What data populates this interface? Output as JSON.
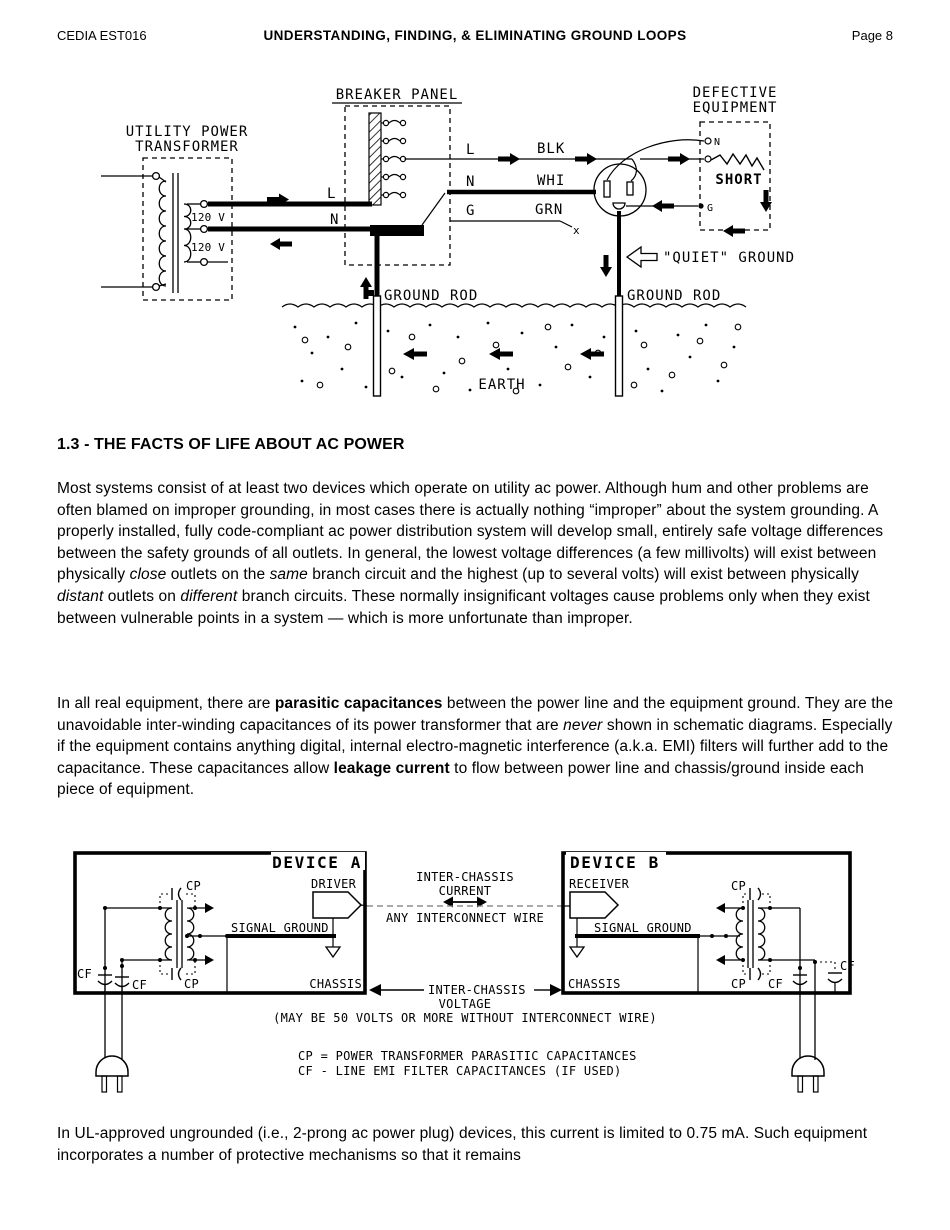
{
  "header": {
    "doc_id": "CEDIA EST016",
    "title": "UNDERSTANDING, FINDING, & ELIMINATING GROUND LOOPS",
    "page_label": "Page 8"
  },
  "diagram1": {
    "breaker_panel": "BREAKER PANEL",
    "utility_line1": "UTILITY POWER",
    "utility_line2": "TRANSFORMER",
    "defective_line1": "DEFECTIVE",
    "defective_line2": "EQUIPMENT",
    "v120": "120 V",
    "l": "L",
    "n": "N",
    "g": "G",
    "blk": "BLK",
    "whi": "WHI",
    "grn": "GRN",
    "x_break": "x",
    "n_terminal": "N",
    "g_terminal": "G",
    "short": "SHORT",
    "quiet_ground": "\"QUIET\" GROUND",
    "ground_rod": "GROUND ROD",
    "earth": "EARTH"
  },
  "section_heading": "1.3 - THE FACTS OF LIFE ABOUT AC POWER",
  "para1": {
    "s0": "Most systems consist of at least two devices which operate on utility ac power. Although hum and other problems are often blamed on improper grounding, in most cases there is actually nothing “improper” about the system grounding. A properly installed, fully code-compliant ac power distribution system will develop small, entirely safe voltage differences between the safety grounds of all outlets. In general, the lowest voltage differences (a few millivolts) will exist between physically ",
    "i1": "close",
    "s2": " outlets on the ",
    "i3": "same",
    "s4": " branch circuit and the highest (up to several volts) will exist between physically ",
    "i5": "distant",
    "s6": " outlets on ",
    "i7": "different",
    "s8": " branch circuits. These normally insignificant voltages cause problems only when they exist between vulnerable points in a system — which is more unfortunate than improper."
  },
  "para2": {
    "s0": "In all real equipment, there are ",
    "b1": "parasitic capacitances",
    "s2": " between the power line and the equipment ground. They are the unavoidable inter-winding capacitances of its power transformer that are ",
    "i3": "never",
    "s4": " shown in schematic diagrams. Especially if the equipment contains anything digital, internal electro-magnetic interference (a.k.a. EMI) filters will further add to the capacitance. These capacitances allow ",
    "b5": "leakage current",
    "s6": " to flow between power line and chassis/ground inside each piece of equipment."
  },
  "diagram2": {
    "device_a": "DEVICE A",
    "device_b": "DEVICE B",
    "driver": "DRIVER",
    "receiver": "RECEIVER",
    "signal_ground": "SIGNAL GROUND",
    "chassis": "CHASSIS",
    "cp": "CP",
    "cf": "CF",
    "inter_chassis": "INTER-CHASSIS",
    "current": "CURRENT",
    "any_interconnect": "ANY INTERCONNECT WIRE",
    "voltage": "VOLTAGE",
    "voltage_note": "(MAY BE 50 VOLTS OR MORE WITHOUT INTERCONNECT WIRE)",
    "legend_cp": "CP = POWER TRANSFORMER PARASITIC CAPACITANCES",
    "legend_cf": "CF - LINE EMI FILTER CAPACITANCES (IF USED)"
  },
  "para3": "In UL-approved ungrounded (i.e., 2-prong ac power plug) devices, this current is limited to 0.75 mA. Such equipment incorporates a number of protective mechanisms so that it remains"
}
